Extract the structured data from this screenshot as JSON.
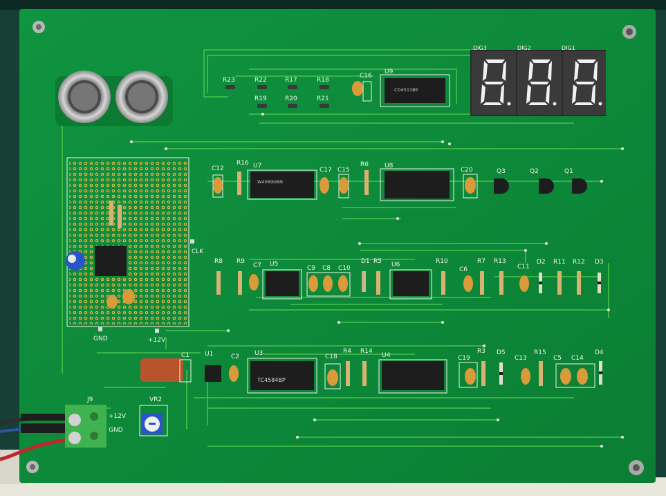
{
  "board": {
    "colors": {
      "pcb": "#0d8a39",
      "background": "#163f35",
      "trace": "#48c24a",
      "silkscreen": "#f4f4ec",
      "ic": "#1d1d1d",
      "capacitor": "#d99a3a",
      "film_capacitor": "#b8542c",
      "terminal_block": "#3fb34f",
      "trimmer": "#2a54c8"
    },
    "display": {
      "labels": [
        "DIG3",
        "DIG2",
        "DIG1"
      ],
      "readout": "8.8.8."
    },
    "ics": [
      {
        "ref": "U9",
        "marking": "CD4511BE"
      },
      {
        "ref": "U7",
        "marking": "W4069UBN"
      },
      {
        "ref": "U8",
        "marking": ""
      },
      {
        "ref": "U5",
        "marking": ""
      },
      {
        "ref": "U6",
        "marking": ""
      },
      {
        "ref": "U3",
        "marking": "TC4584BP"
      },
      {
        "ref": "U4",
        "marking": ""
      },
      {
        "ref": "U1",
        "marking": ""
      }
    ],
    "transistors": [
      "Q3",
      "Q2",
      "Q1"
    ],
    "resistors_top": [
      "R23",
      "R22",
      "R17",
      "R18",
      "R19",
      "R20",
      "R21"
    ],
    "row2": [
      "C12",
      "R16",
      "U7",
      "C17",
      "C15",
      "R6",
      "U8",
      "C20"
    ],
    "row3": [
      "R8",
      "R9",
      "C7",
      "U5",
      "C9",
      "C8",
      "C10",
      "D1",
      "R5",
      "U6",
      "R10",
      "C6",
      "R7",
      "R13",
      "C11",
      "D2",
      "R11",
      "R12",
      "D3"
    ],
    "row4": [
      "C1",
      "U1",
      "C2",
      "U3",
      "C18",
      "R4",
      "R14",
      "U4",
      "C19",
      "R3",
      "D5",
      "C13",
      "R15",
      "C5",
      "C14",
      "D4"
    ],
    "misc_labels": {
      "c16": "C16",
      "clk": "CLK",
      "gnd": "GND",
      "plus12": "+12V",
      "j9": "J9",
      "vr2": "VR2",
      "j9_plus": "+12V",
      "j9_gnd": "GND"
    }
  }
}
